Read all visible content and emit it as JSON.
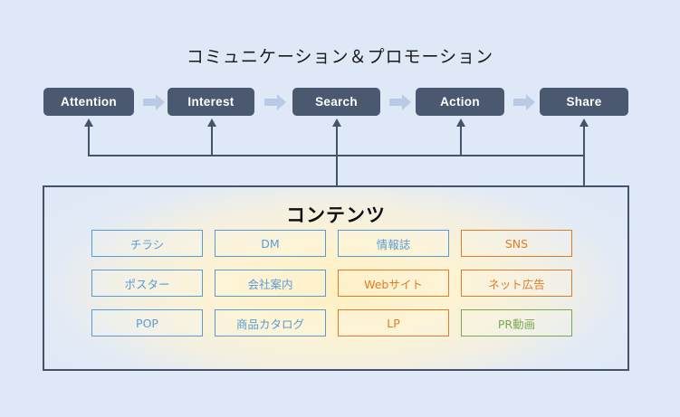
{
  "diagram": {
    "title": "コミュニケーション＆プロモーション",
    "background_color": "#dfe8f6",
    "stages": [
      {
        "label": "Attention"
      },
      {
        "label": "Interest"
      },
      {
        "label": "Search"
      },
      {
        "label": "Action"
      },
      {
        "label": "Share"
      }
    ],
    "stage_color": "#4a5870",
    "arrow_color": "#b9cbe4",
    "connector_color": "#46536b",
    "content": {
      "title": "コンテンツ",
      "border_color": "#46536b",
      "glow_color": "#fdf0c2",
      "colors": {
        "blue": "#5b9bd5",
        "orange": "#e07c28",
        "green": "#7aa84f"
      },
      "items": [
        {
          "label": "チラシ",
          "color": "blue"
        },
        {
          "label": "DM",
          "color": "blue"
        },
        {
          "label": "情報誌",
          "color": "blue"
        },
        {
          "label": "SNS",
          "color": "orange"
        },
        {
          "label": "ポスター",
          "color": "blue"
        },
        {
          "label": "会社案内",
          "color": "blue"
        },
        {
          "label": "Webサイト",
          "color": "orange"
        },
        {
          "label": "ネット広告",
          "color": "orange"
        },
        {
          "label": "POP",
          "color": "blue"
        },
        {
          "label": "商品カタログ",
          "color": "blue"
        },
        {
          "label": "LP",
          "color": "orange"
        },
        {
          "label": "PR動画",
          "color": "green"
        }
      ]
    }
  }
}
